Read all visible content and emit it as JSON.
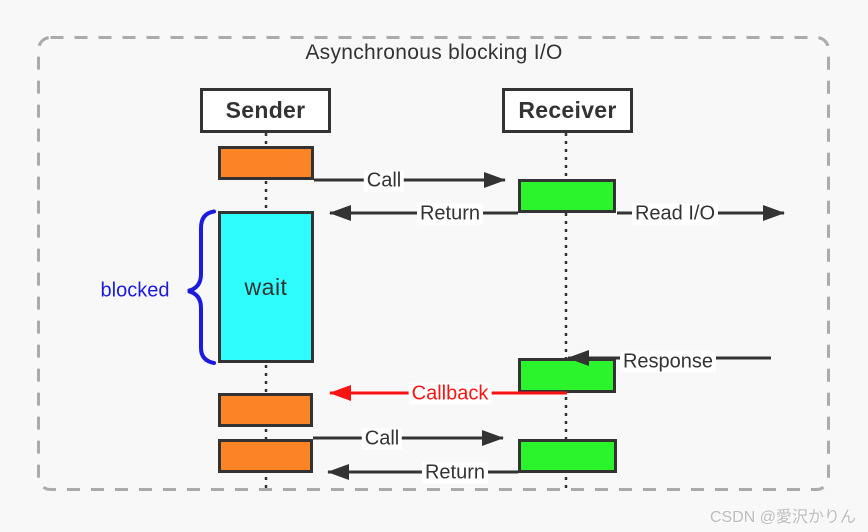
{
  "diagram": {
    "title": "Asynchronous blocking I/O",
    "watermark": "CSDN @愛沢かりん",
    "actors": {
      "sender": "Sender",
      "receiver": "Receiver"
    },
    "labels": {
      "call_top": "Call",
      "return_top": "Return",
      "read_io": "Read I/O",
      "response": "Response",
      "callback": "Callback",
      "call_bottom": "Call",
      "return_bottom": "Return",
      "wait": "wait",
      "blocked": "blocked"
    },
    "colors": {
      "background": "#f8f8f8",
      "border_dash": "#ababab",
      "line": "#333333",
      "orange": "#fb8424",
      "green": "#2cf42c",
      "cyan": "#2ffcfc",
      "red": "#f91414",
      "blue": "#1b1be0",
      "text": "#333333",
      "watermark": "#bcbcbc"
    }
  }
}
